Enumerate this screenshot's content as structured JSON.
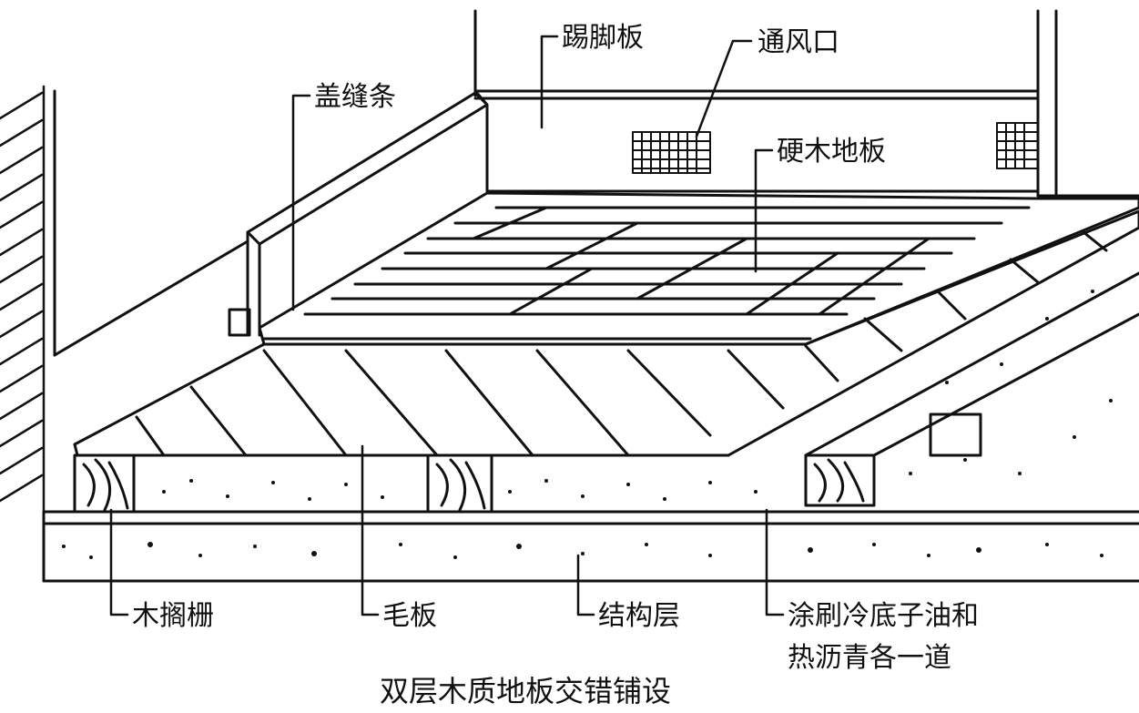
{
  "caption": "双层木质地板交错铺设",
  "labels": {
    "skirting_board": "踢脚板",
    "vent": "通风口",
    "cover_strip": "盖缝条",
    "hardwood_floor": "硬木地板",
    "wood_joist": "木搁栅",
    "rough_board": "毛板",
    "structural_layer": "结构层",
    "coating_line1": "涂刷冷底子油和",
    "coating_line2": "热沥青各一道"
  },
  "colors": {
    "ink": "#111111",
    "paper": "#ffffff"
  }
}
